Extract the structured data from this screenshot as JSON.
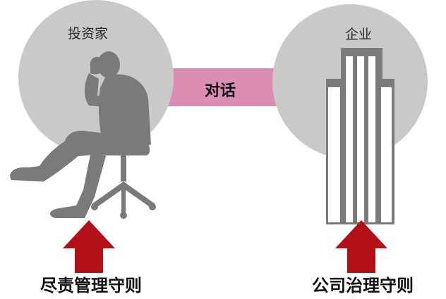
{
  "investor": {
    "label": "投资家"
  },
  "company": {
    "label": "企业"
  },
  "link": {
    "label": "对话"
  },
  "left_principle": {
    "label": "尽责管理守则"
  },
  "right_principle": {
    "label": "公司治理守则"
  },
  "colors": {
    "circle": "#c9c9c9",
    "link_bar": "#dc8db4",
    "figure": "#7a7a7a",
    "building_fill": "#7b7b7b",
    "building_window": "#ffffff",
    "arrow": "#b20f16"
  }
}
